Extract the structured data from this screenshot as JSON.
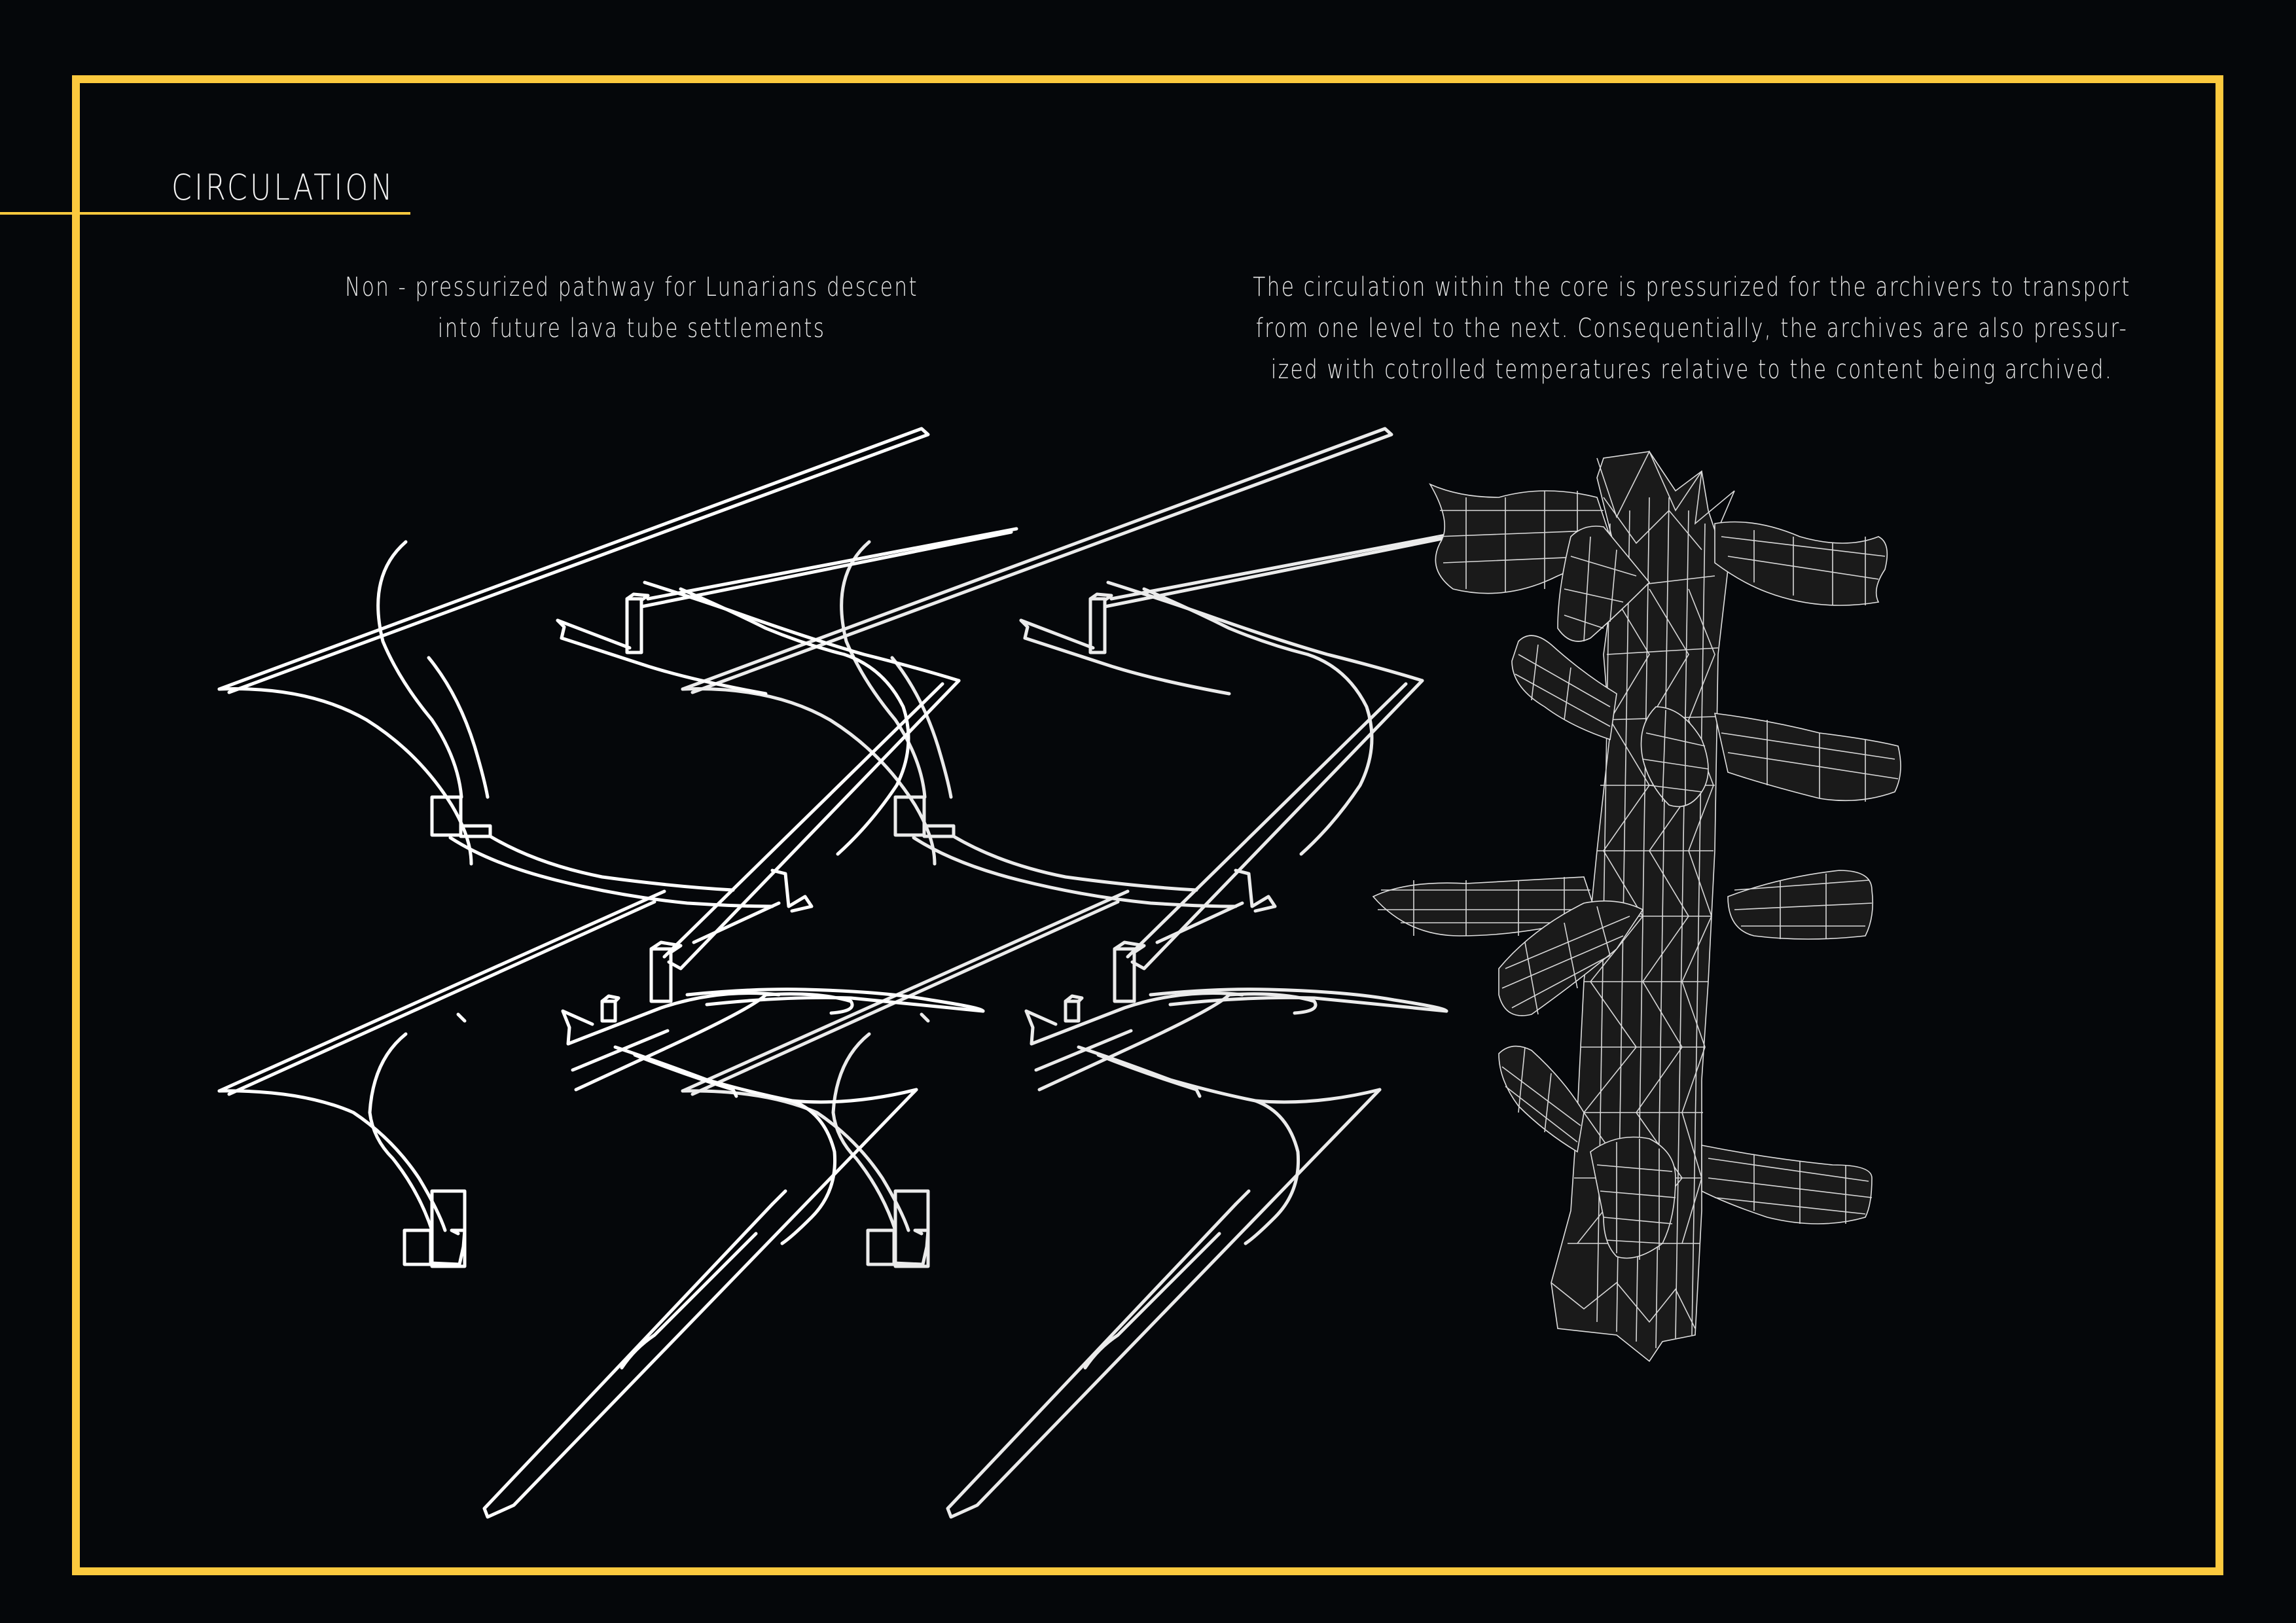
{
  "page": {
    "background": "#05070a",
    "accent_color": "#fcc93e",
    "line_color": "#ffffff"
  },
  "header": {
    "title": "CIRCULATION"
  },
  "left_panel": {
    "caption_lines": [
      "Non - pressurized pathway for Lunarians descent",
      "into future lava tube settlements"
    ],
    "drawing": "non-pressurized-pathway-wireframe"
  },
  "right_panel": {
    "caption_lines": [
      "The circulation within the core is pressurized for the archivers to transport",
      "from one level to the next. Consequentially, the archives are also pressur-",
      "ized with cotrolled temperatures relative to the content being archived."
    ],
    "drawing": "pressurized-core-with-archive-pods-wireframe"
  }
}
